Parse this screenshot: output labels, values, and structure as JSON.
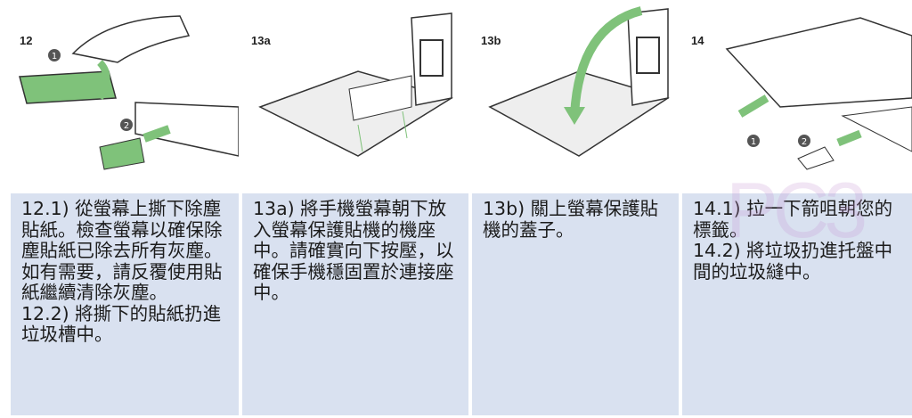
{
  "steps": [
    {
      "number": "12",
      "text": [
        "12.1) 從螢幕上撕下除塵貼紙。檢查螢幕以確保除塵貼紙已除去所有灰塵。如有需要，請反覆使用貼紙繼續清除灰塵。",
        "12.2) 將撕下的貼紙扔進垃圾槽中。"
      ],
      "markers": [
        "1",
        "2"
      ]
    },
    {
      "number": "13a",
      "text": [
        "13a) 將手機螢幕朝下放入螢幕保護貼機的機座中。請確實向下按壓，以確保手機穩固置於連接座中。"
      ]
    },
    {
      "number": "13b",
      "text": [
        "13b) 關上螢幕保護貼機的蓋子。"
      ]
    },
    {
      "number": "14",
      "text": [
        "14.1) 拉一下箭咀朝您的標籤。",
        "14.2) 將垃圾扔進托盤中間的垃圾縫中。"
      ],
      "markers": [
        "1",
        "2"
      ]
    }
  ],
  "watermark": "PC3",
  "colors": {
    "panel": "#d9e1f0",
    "accent_green": "#7fc27a"
  }
}
